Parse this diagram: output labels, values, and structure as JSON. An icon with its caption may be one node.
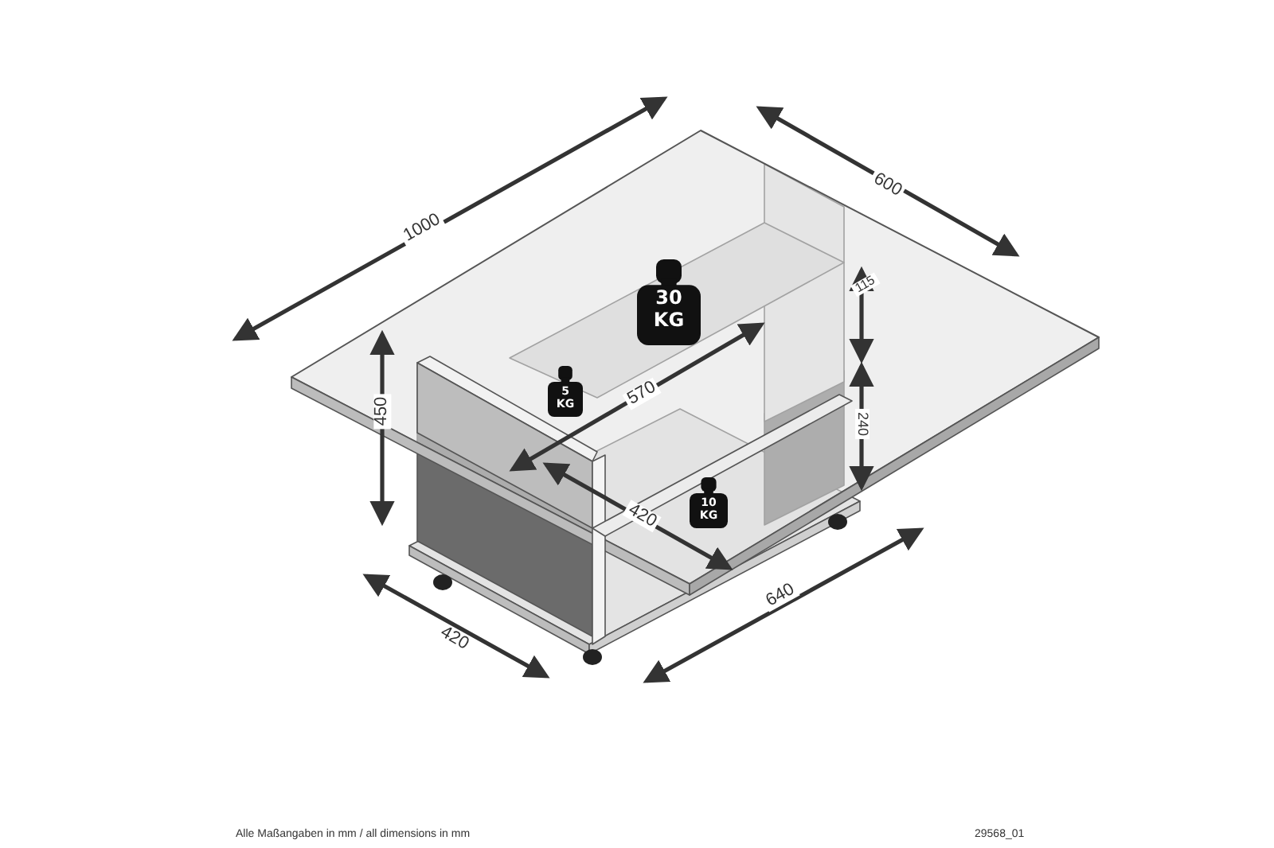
{
  "diagram": {
    "nodes": [
      {
        "text": [
          "30 KG"
        ]
      },
      {
        "text": [
          "5 KG"
        ]
      },
      {
        "text": [
          "10 KG"
        ]
      }
    ],
    "labels": [
      "1000",
      "600",
      "115",
      "450",
      "570",
      "240",
      "420",
      "420",
      "640",
      "Alle Maßangaben in mm / all dimensions in mm",
      "29568_01"
    ]
  }
}
